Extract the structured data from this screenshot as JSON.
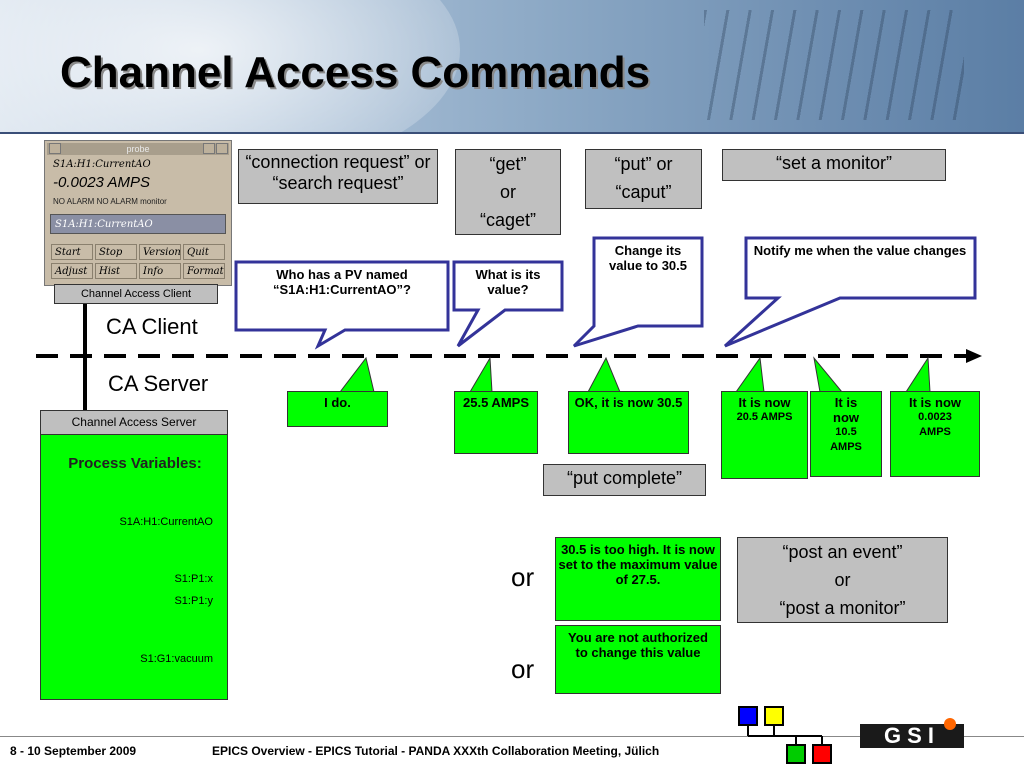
{
  "title": "Channel Access Commands",
  "probe": {
    "window_title": "probe",
    "pv_name": "S1A:H1:CurrentAO",
    "value": "-0.0023 AMPS",
    "alarm": "NO ALARM  NO ALARM  monitor",
    "input_value": "S1A:H1:CurrentAO",
    "buttons": [
      "Start",
      "Stop",
      "Version",
      "Quit",
      "Adjust",
      "Hist",
      "Info",
      "Format"
    ]
  },
  "client": {
    "box_label": "Channel Access Client",
    "heading": "CA Client"
  },
  "server": {
    "heading": "CA Server",
    "box_label": "Channel Access Server",
    "pv_heading": "Process Variables:",
    "pvs": [
      "S1A:H1:CurrentAO",
      "S1:P1:x",
      "S1:P1:y",
      "S1:G1:vacuum"
    ]
  },
  "commands": {
    "connection": "“connection request” or “search request”",
    "get_1": "“get”",
    "get_2": "or",
    "get_3": "“caget”",
    "put_1": "“put” or",
    "put_2": "“caput”",
    "monitor": "“set a monitor”",
    "put_complete": "“put complete”",
    "post_1": "“post an event”",
    "post_2": "or",
    "post_3": "“post a monitor”"
  },
  "bubbles": {
    "who_has": "Who has a PV named “S1A:H1:CurrentAO”?",
    "what_value": "What is its value?",
    "change_value": "Change its value to 30.5",
    "notify": "Notify me when the value changes"
  },
  "responses": {
    "i_do": "I do.",
    "amps": "25.5 AMPS",
    "ok": "OK, it is now 30.5",
    "now1_a": "It is now",
    "now1_b": "20.5 AMPS",
    "now2_a": "It is now",
    "now2_b": "10.5 AMPS",
    "now3_a": "It is now",
    "now3_b": "0.0023 AMPS",
    "too_high": "30.5 is too high. It is now set to the maximum value of 27.5.",
    "not_authorized": "You are not authorized to change this value",
    "or_1": "or",
    "or_2": "or"
  },
  "footer": {
    "date": "8 - 10 September 2009",
    "event": "EPICS Overview - EPICS Tutorial - PANDA XXXth Collaboration Meeting, Jülich",
    "logo": "GSI"
  },
  "colors": {
    "green": "#00ff00",
    "grey": "#c0c0c0",
    "bubble_border": "#333399",
    "blue_square": "#0000ff",
    "yellow_square": "#ffff00",
    "green_square": "#00cc00",
    "red_square": "#ff0000"
  }
}
